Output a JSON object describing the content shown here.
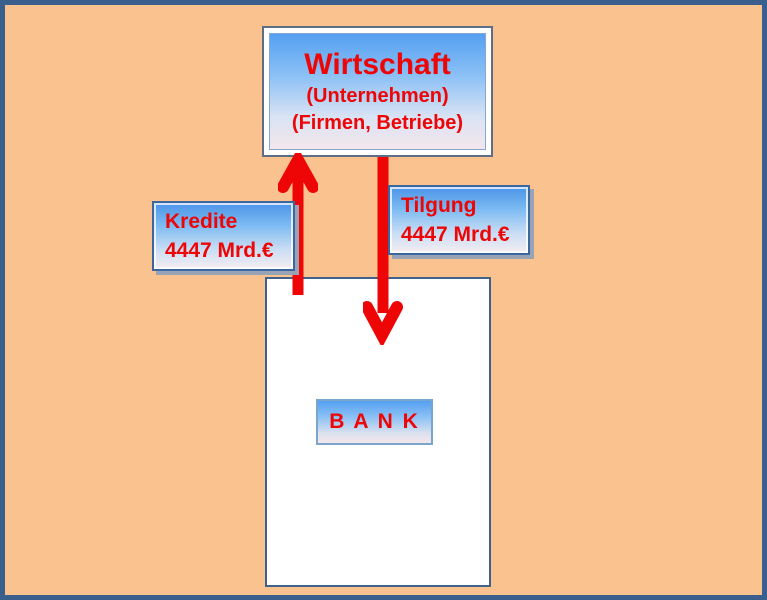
{
  "diagram": {
    "economy_box": {
      "title": "Wirtschaft",
      "subtitle1": "(Unternehmen)",
      "subtitle2": "(Firmen, Betriebe)"
    },
    "credit_label": {
      "line1": "Kredite",
      "line2": "4447 Mrd.€"
    },
    "repayment_label": {
      "line1": "Tilgung",
      "line2": "4447 Mrd.€"
    },
    "bank_label": "B A N K",
    "flows": [
      {
        "name": "kredite-flow",
        "direction": "up"
      },
      {
        "name": "tilgung-flow",
        "direction": "down"
      }
    ]
  },
  "colors": {
    "page_background": "#FAC28F",
    "page_border": "#3A5F8C",
    "text_red": "#EE0505",
    "arrow_red": "#EE0505",
    "box_gradient_top": "#55A0F2",
    "box_gradient_bottom": "#F4E6EC",
    "label_box_border": "#3B669F",
    "label_box_shadow": "#98A3B5",
    "panel_border": "#41618C",
    "bank_border": "#7BA6CC",
    "frame_border": "#5F6E87",
    "frame_inner_border": "#86A8D0"
  }
}
